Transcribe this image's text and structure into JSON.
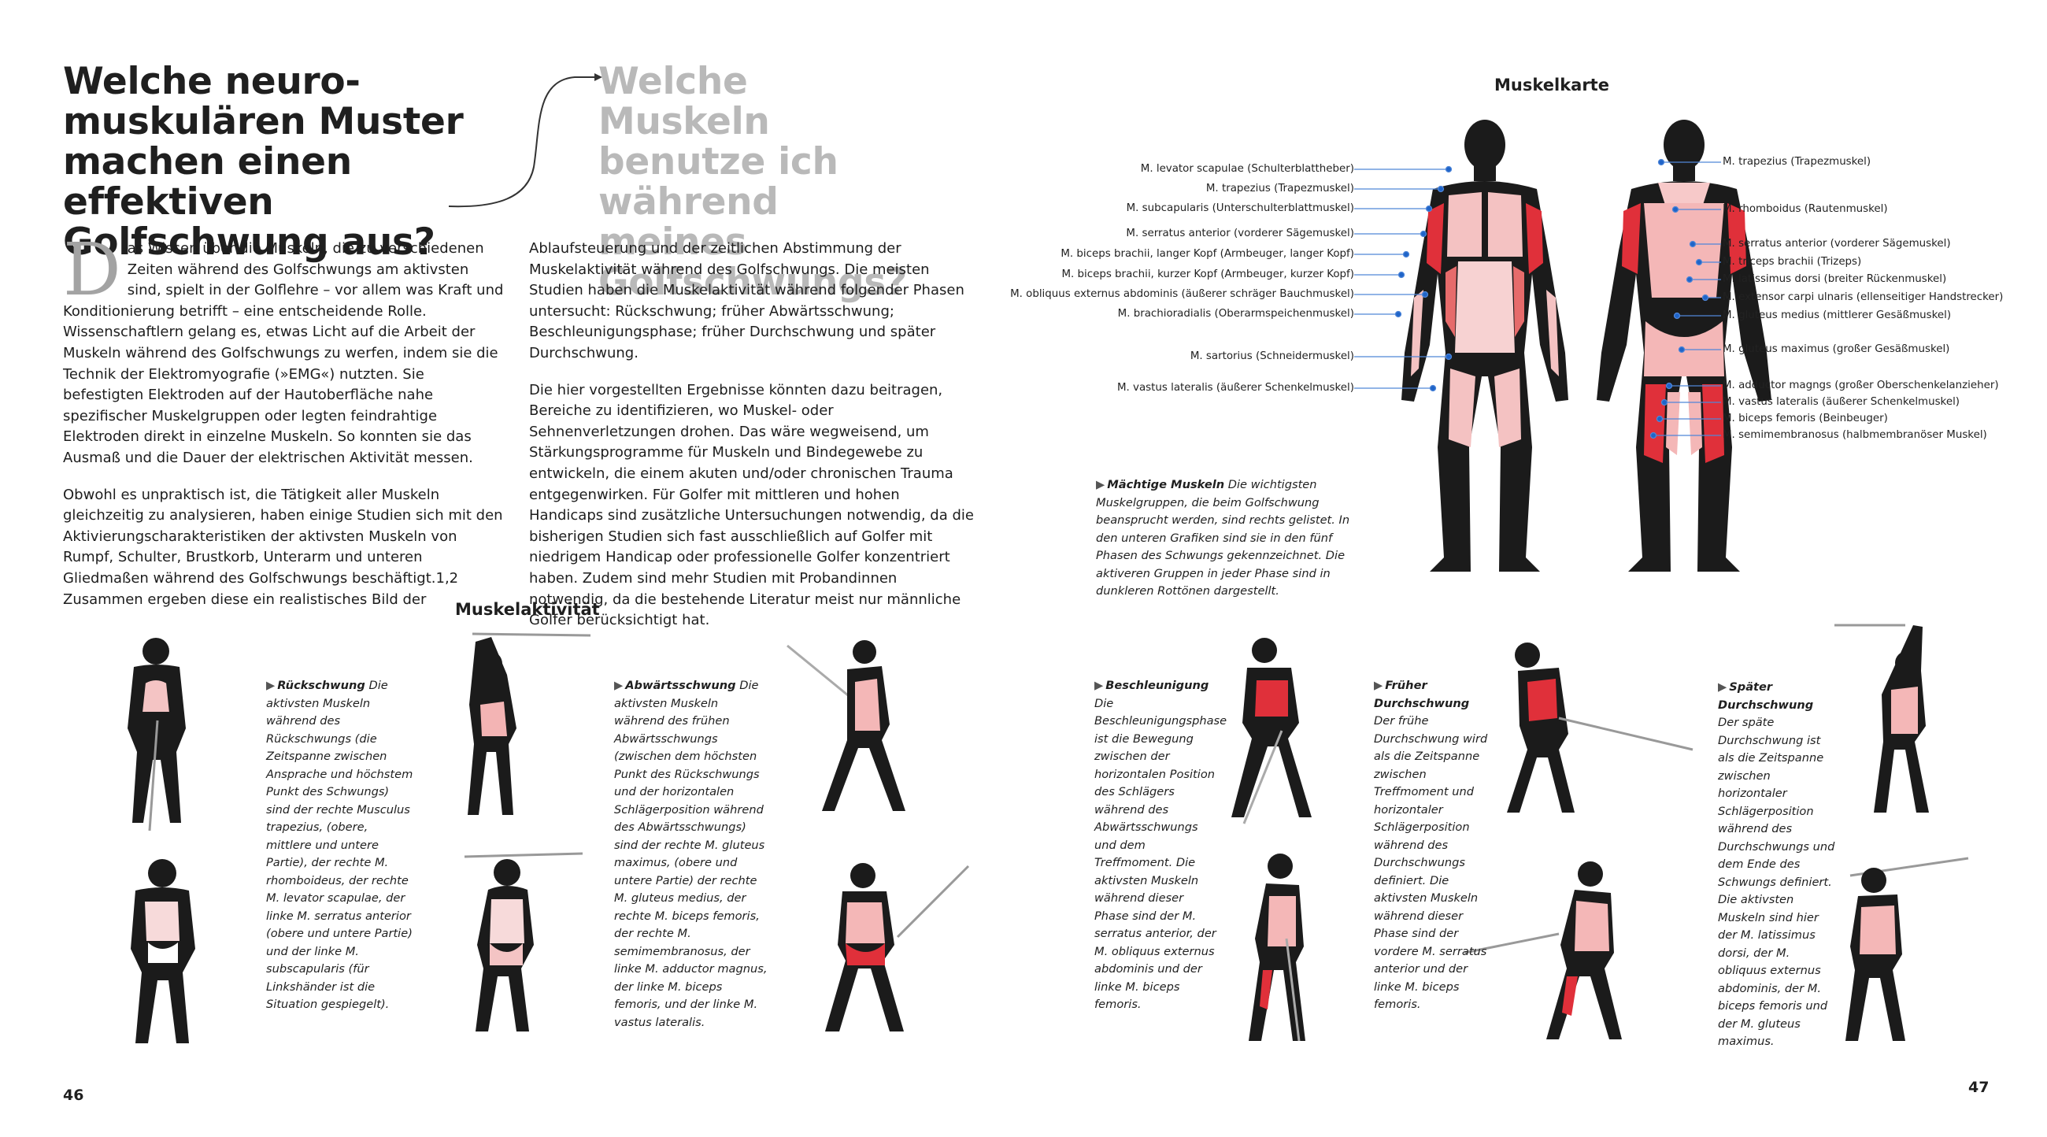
{
  "left_page": {
    "title": "Welche neuro-muskulären Muster machen einen effektiven Golfschwung aus?",
    "title_lines": [
      "Welche neuro-",
      "muskulären Muster",
      "machen einen effektiven",
      "Golfschwung aus?"
    ],
    "subtitle_lines": [
      "Welche Muskeln",
      "benutze ich",
      "während meines",
      "Golfschwungs?"
    ],
    "dropcap": "D",
    "col1_p1": "as Wissen über die Muskeln, die zu verschiedenen Zeiten während des Golfschwungs am aktivsten sind, spielt in der Golflehre – vor allem was Kraft und Konditionierung betrifft – eine entscheidende Rolle. Wissenschaftlern gelang es, etwas Licht auf die Arbeit der Muskeln während des Golfschwungs zu werfen, indem sie die Technik der Elektromyografie (»EMG«) nutzten. Sie befestigten Elektroden auf der Hautoberfläche nahe spezifischer Muskelgruppen oder legten feindrahtige Elektroden direkt in einzelne Muskeln. So konnten sie das Ausmaß und die Dauer der elektrischen Aktivität messen.",
    "col1_p2": "Obwohl es unpraktisch ist, die Tätigkeit aller Muskeln gleichzeitig zu analysieren, haben einige Studien sich mit den Aktivierungscharakteristiken der aktivsten Muskeln von Rumpf, Schulter, Brustkorb, Unterarm und unteren Gliedmaßen während des Golfschwungs beschäftigt.1,2 Zusammen ergeben diese ein realistisches Bild der",
    "col2_p1": "Ablaufsteuerung und der zeitlichen Abstimmung der Muskelaktivität während des Golfschwungs. Die meisten Studien haben die Muskelaktivität während folgender Phasen untersucht: Rückschwung; früher Abwärtsschwung; Beschleunigungsphase; früher Durchschwung und später Durchschwung.",
    "col2_p2": "Die hier vorgestellten Ergebnisse könnten dazu beitragen, Bereiche zu identifizieren, wo Muskel- oder Sehnenverletzungen drohen. Das wäre wegweisend, um Stärkungsprogramme für Muskeln und Bindegewebe zu entwickeln, die einem akuten und/oder chronischen Trauma entgegenwirken. Für Golfer mit mittleren und hohen Handicaps sind zusätzliche Untersuchungen notwendig, da die bisherigen Studien sich fast ausschließlich auf Golfer mit niedrigem Handicap oder professionelle Golfer konzentriert haben. Zudem sind mehr Studien mit Probandinnen notwendig, da die bestehende Literatur meist nur männliche Golfer berücksichtigt hat.",
    "section_title": "Muskelaktivität",
    "caption_rueck_title": "Rückschwung",
    "caption_rueck": "Die aktivsten Muskeln während des Rückschwungs (die Zeitspanne zwischen Ansprache und höchstem Punkt des Schwungs) sind der rechte Musculus trapezius, (obere, mittlere und untere Partie), der rechte M. rhomboideus, der rechte M. levator scapulae, der linke M. serratus anterior (obere und untere Partie) und der linke M. subscapularis (für Linkshänder ist die Situation gespiegelt).",
    "caption_abw_title": "Abwärtsschwung",
    "caption_abw": "Die aktivsten Muskeln während des frühen Abwärtsschwungs (zwischen dem höchsten Punkt des Rückschwungs und der horizontalen Schlägerposition während des Abwärtsschwungs) sind der rechte M. gluteus maximus, (obere und untere Partie) der rechte M. gluteus medius, der rechte M. biceps femoris, der rechte M. semimembranosus, der linke M. adductor magnus, der linke M. biceps femoris, und der linke M. vastus lateralis.",
    "page_number": "46"
  },
  "right_page": {
    "map_title": "Muskelkarte",
    "front_labels": [
      "M. levator scapulae (Schulterblattheber)",
      "M. trapezius (Trapezmuskel)",
      "M. subcapularis (Unterschulterblattmuskel)",
      "M. serratus anterior (vorderer Sägemuskel)",
      "M. biceps brachii, langer Kopf (Armbeuger, langer Kopf)",
      "M. biceps brachii, kurzer Kopf (Armbeuger, kurzer Kopf)",
      "M. obliquus externus abdominis (äußerer schräger Bauchmuskel)",
      "M. brachioradialis (Oberarmspeichenmuskel)",
      "M. sartorius (Schneidermuskel)",
      "M. vastus lateralis (äußerer Schenkelmuskel)"
    ],
    "back_labels": [
      "M. trapezius (Trapezmuskel)",
      "M. rhomboidus (Rautenmuskel)",
      "M. serratus anterior (vorderer Sägemuskel)",
      "M. triceps brachii (Trizeps)",
      "M. latissimus dorsi (breiter Rückenmuskel)",
      "M. extensor carpi ulnaris (ellenseitiger Handstrecker)",
      "M. gluteus medius (mittlerer Gesäßmuskel)",
      "M. gluteus maximus (großer Gesäßmuskel)",
      "M. adductor magngs (großer Oberschenkelanzieher)",
      "M. vastus lateralis (äußerer Schenkelmuskel)",
      "M. biceps femoris (Beinbeuger)",
      "M. semimembranosus (halbmembranöser Muskel)"
    ],
    "note_title": "Mächtige Muskeln",
    "note": "Die wichtigsten Muskelgruppen, die beim Golfschwung beansprucht werden, sind rechts gelistet. In den unteren Grafiken sind sie in den fünf Phasen des Schwungs gekennzeichnet. Die aktiveren Gruppen in jeder Phase sind in dunkleren Rottönen dargestellt.",
    "caption_beschl_title": "Beschleunigung",
    "caption_beschl": "Die Beschleunigungsphase ist die Bewegung zwischen der horizontalen Position des Schlägers während des Abwärtsschwungs und dem Treffmoment. Die aktivsten Muskeln während dieser Phase sind der M. serratus anterior, der M. obliquus externus abdominis und der linke M. biceps femoris.",
    "caption_frueh_title": "Früher Durchschwung",
    "caption_frueh": "Der frühe Durchschwung wird als die Zeitspanne zwischen Treffmoment und horizontaler Schlägerposition während des Durchschwungs definiert. Die aktivsten Muskeln während dieser Phase sind der vordere M. serratus anterior und der linke M. biceps femoris.",
    "caption_spaet_title": "Später Durchschwung",
    "caption_spaet": "Der späte Durchschwung ist als die Zeitspanne zwischen horizontaler Schlägerposition während des Durchschwungs und dem Ende des Schwungs definiert. Die aktivsten Muskeln sind hier der M. latissimus dorsi, der M. obliquus externus abdominis, der M. biceps femoris und der M. gluteus maximus.",
    "page_number": "47"
  },
  "colors": {
    "accent_blue": "#1f64c8",
    "muscle_dark": "#e0303a",
    "muscle_light": "#f4b7b7",
    "body": "#1b1b1b"
  }
}
